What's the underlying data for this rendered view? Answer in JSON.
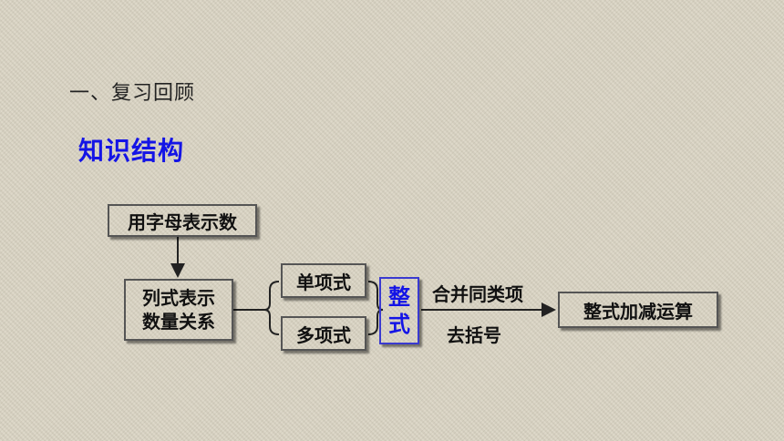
{
  "slide": {
    "section_title": "一、复习回顾",
    "heading": "知识结构"
  },
  "diagram": {
    "nodes": {
      "usage": "用字母表示数",
      "expr_line1": "列式表示",
      "expr_line2": "数量关系",
      "monomial": "单项式",
      "polynomial": "多项式",
      "zhengshi_1": "整",
      "zhengshi_2": "式",
      "operations": "整式加减运算"
    },
    "edge_labels": {
      "merge_like_terms": "合并同类项",
      "remove_brackets": "去括号"
    }
  },
  "colors": {
    "accent": "#1414e6",
    "text": "#111111",
    "background": "#d9d3c2"
  }
}
